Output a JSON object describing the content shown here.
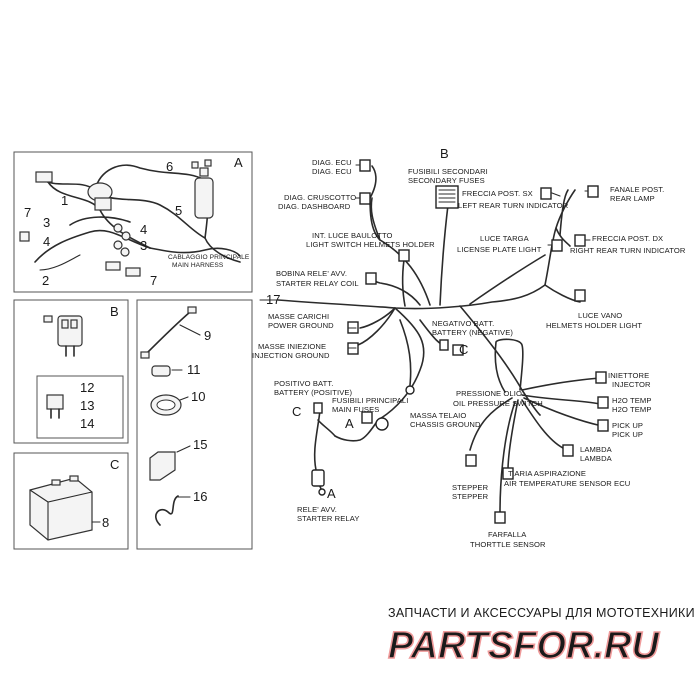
{
  "panels": {
    "A": {
      "letter": "A",
      "numbers": {
        "n1": "1",
        "n2": "2",
        "n3a": "3",
        "n3b": "3",
        "n4a": "4",
        "n4b": "4",
        "n5": "5",
        "n6": "6",
        "n7a": "7",
        "n7b": "7"
      },
      "caption_it": "CABLAGGIO PRINCIPALE",
      "caption_en": "MAIN HARNESS"
    },
    "B": {
      "letter": "B",
      "numbers": {
        "n12": "12",
        "n13": "13",
        "n14": "14"
      }
    },
    "C": {
      "letter": "C",
      "numbers": {
        "n8": "8"
      }
    },
    "D": {
      "numbers": {
        "n9": "9",
        "n10": "10",
        "n11": "11",
        "n15": "15",
        "n16": "16"
      }
    }
  },
  "wiring": {
    "marker_17": "17",
    "letter_B": "B",
    "letter_A1": "A",
    "letter_A2": "A",
    "letter_C1": "C",
    "letter_C2": "C",
    "labels": {
      "diag_ecu_it": "DIAG. ECU",
      "diag_ecu_en": "DIAG. ECU",
      "diag_cruscotto_it": "DIAG. CRUSCOTTO",
      "diag_dashboard_en": "DIAG. DASHBOARD",
      "fusibili_secondari_it": "FUSIBILI SECONDARI",
      "secondary_fuses_en": "SECONDARY FUSES",
      "freccia_post_sx_it": "FRECCIA POST. SX",
      "left_rear_turn_en": "LEFT REAR TURN INDICATOR",
      "fanale_post_it": "FANALE POST.",
      "rear_lamp_en": "REAR LAMP",
      "int_luce_baulotto_it": "INT. LUCE BAULOTTO",
      "light_switch_helmets_en": "LIGHT SWITCH HELMETS HOLDER",
      "luce_targa_it": "LUCE TARGA",
      "license_plate_en": "LICENSE PLATE LIGHT",
      "freccia_post_dx_it": "FRECCIA POST. DX",
      "right_rear_turn_en": "RIGHT REAR TURN INDICATOR",
      "bobina_rele_it": "BOBINA RELE' AVV.",
      "starter_relay_coil_en": "STARTER RELAY COIL",
      "luce_vano_it": "LUCE VANO",
      "helmets_holder_light_en": "HELMETS HOLDER LIGHT",
      "masse_carichi_it": "MASSE CARICHI",
      "power_ground_en": "POWER GROUND",
      "negativo_batt_it": "NEGATIVO BATT.",
      "battery_negative_en": "BATTERY (NEGATIVE)",
      "masse_iniezione_it": "MASSE INIEZIONE",
      "injection_ground_en": "INJECTION GROUND",
      "iniettore_it": "INIETTORE",
      "injector_en": "INJECTOR",
      "positivo_batt_it": "POSITIVO BATT.",
      "battery_positive_en": "BATTERY (POSITIVE)",
      "pressione_olio_it": "PRESSIONE OLIO",
      "oil_pressure_en": "OIL PRESSURE SWITCH",
      "fusibili_principali_it": "FUSIBILI PRINCIPALI",
      "main_fuses_en": "MAIN FUSES",
      "h2o_temp_it": "H2O TEMP",
      "h2o_temp_en": "H2O TEMP",
      "massa_telaio_it": "MASSA TELAIO",
      "chassis_ground_en": "CHASSIS GROUND",
      "pick_up_it": "PICK UP",
      "pick_up_en": "PICK UP",
      "lambda_it": "LAMBDA",
      "lambda_en": "LAMBDA",
      "stepper_it": "STEPPER",
      "stepper_en": "STEPPER",
      "t_aria_it": "T ARIA ASPIRAZIONE",
      "air_temp_en": "AIR TEMPERATURE SENSOR ECU",
      "rele_avv_it": "RELE' AVV.",
      "starter_relay_en": "STARTER RELAY",
      "farfalla_it": "FARFALLA",
      "throttle_en": "THORTTLE SENSOR"
    }
  },
  "watermark": {
    "tagline": "ЗАПЧАСТИ И АКСЕССУАРЫ ДЛЯ МОТОТЕХНИКИ",
    "brand": "PARTSFOR.RU",
    "brand_color": "#ef9a9a"
  }
}
